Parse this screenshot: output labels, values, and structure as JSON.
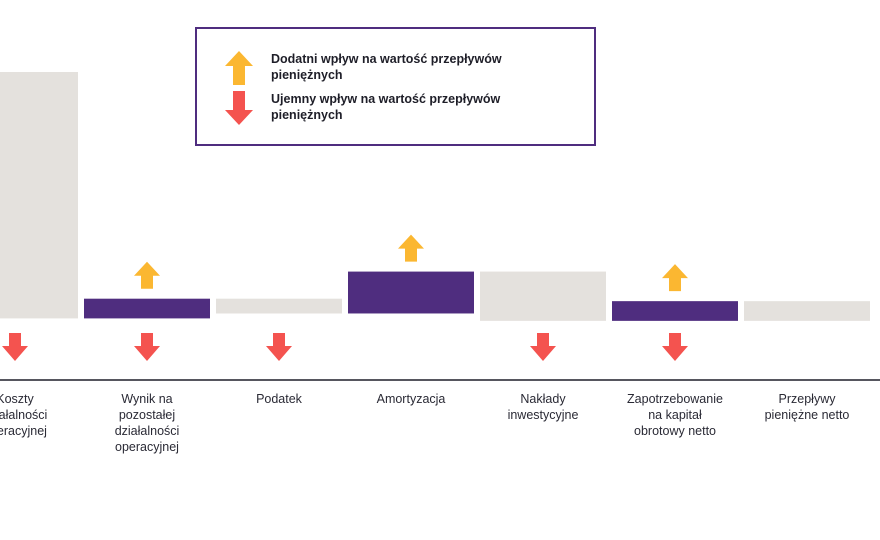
{
  "legend": {
    "positive": "Dodatni wpływ na wartość przepływów pieniężnych",
    "negative": "Ujemny wpływ na wartość przepływów pieniężnych"
  },
  "colors": {
    "neutral_bar": "#e4e1dd",
    "highlight_bar": "#4f2d7f",
    "up_arrow": "#fbb731",
    "down_arrow": "#f4534f",
    "axis": "#1e1e28",
    "legend_border": "#4f2d7f"
  },
  "chart_data": {
    "type": "bar",
    "subtype": "waterfall",
    "categories": [
      "Koszty\ndziałalności\noperacyjnej",
      "Wynik na\npozostałej\ndziałalności\noperacyjnej",
      "Podatek",
      "Amortyzacja",
      "Nakłady\ninwestycyjne",
      "Zapotrzebowanie\nna kapitał\nobrotowy netto",
      "Przepływy\npieniężne netto"
    ],
    "values": [
      {
        "start": 0,
        "end": 100
      },
      {
        "start": 0,
        "end": 8
      },
      {
        "start": 2,
        "end": 8
      },
      {
        "start": 2,
        "end": 19
      },
      {
        "start": -1,
        "end": 19
      },
      {
        "start": -1,
        "end": 7
      },
      {
        "start": -1,
        "end": 7
      }
    ],
    "bar_style": [
      "neutral",
      "highlight",
      "neutral",
      "highlight",
      "neutral",
      "highlight",
      "neutral"
    ],
    "up_arrow": [
      false,
      true,
      false,
      true,
      false,
      true,
      false
    ],
    "down_arrow": [
      true,
      true,
      true,
      false,
      true,
      true,
      false
    ],
    "ylim": [
      -25,
      100
    ],
    "axis_at": -25,
    "legend_position": "top-center",
    "grid": false,
    "title": "",
    "xlabel": "",
    "ylabel": ""
  }
}
